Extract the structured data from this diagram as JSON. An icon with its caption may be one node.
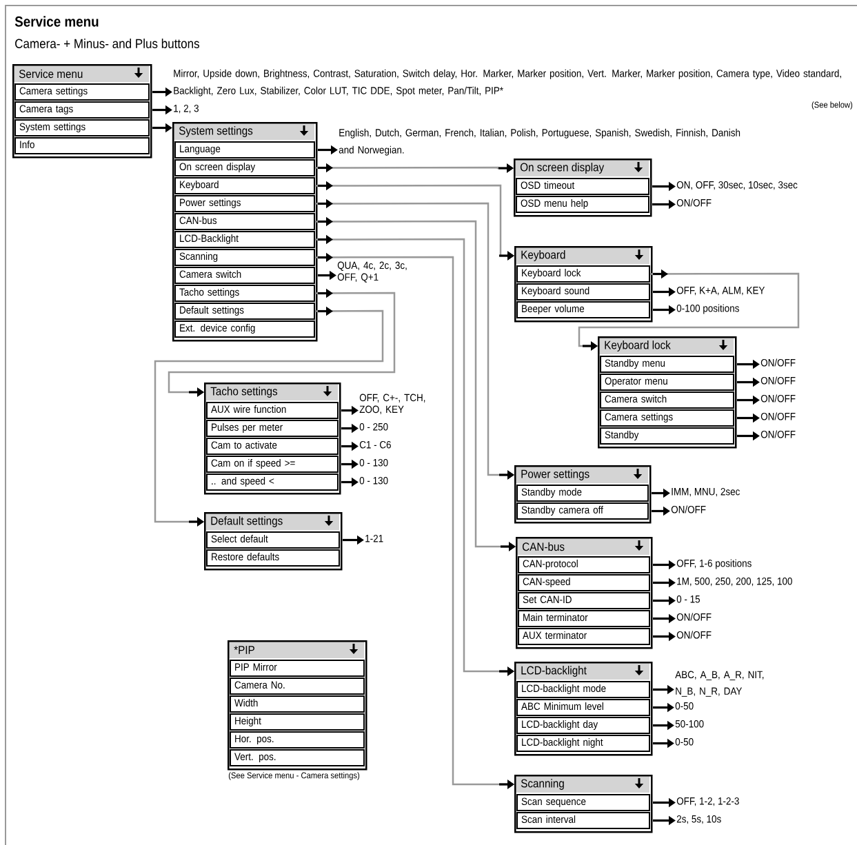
{
  "diagram": {
    "title": "Service menu",
    "labels": [
      "Camera- + Minus- and Plus buttons"
    ],
    "nodes": [
      {
        "text": [
          "Service menu"
        ]
      },
      {
        "text": [
          "Camera settings"
        ],
        "in": 0
      },
      {
        "text": [
          "Camera tags"
        ],
        "in": 0
      },
      {
        "text": [
          "System settings"
        ],
        "in": 0
      },
      {
        "text": [
          "Info"
        ],
        "in": 0
      },
      {
        "text": [
          "Mirror, Upside down, Brightness, Contrast, Saturation, Switch delay, Hor. Marker, Marker position, Vert. Marker, Marker position, Camera type, Video standard, Backlight, Zero Lux, Stabilizer, Color LUT, TIC DDE, Spot meter, Pan/Tilt, PIP*"
        ],
        "beside": [
          "(See below)"
        ]
      },
      {
        "text": [
          "1, 2, 3"
        ]
      },
      {
        "text": [
          "System settings"
        ]
      },
      {
        "text": [
          "Language"
        ],
        "in": 7
      },
      {
        "text": [
          "On screen display"
        ],
        "in": 7
      },
      {
        "text": [
          "Keyboard"
        ],
        "in": 7
      },
      {
        "text": [
          "Power settings"
        ],
        "in": 7
      },
      {
        "text": [
          "CAN-bus"
        ],
        "in": 7
      },
      {
        "text": [
          "LCD-Backlight"
        ],
        "in": 7
      },
      {
        "text": [
          "Scanning"
        ],
        "in": 7
      },
      {
        "text": [
          "Camera switch"
        ],
        "in": 7
      },
      {
        "text": [
          "Tacho settings"
        ],
        "in": 7
      },
      {
        "text": [
          "Default settings"
        ],
        "in": 7
      },
      {
        "text": [
          "Ext. device config"
        ],
        "in": 7
      },
      {
        "text": [
          "English, Dutch, German, French, Italian, Polish, Portuguese, Spanish, Swedish, Finnish, Danish and Norwegian."
        ]
      },
      {
        "text": [
          "QUA, 4c, 2c, 3c, OFF, Q+1"
        ]
      },
      {
        "text": [
          "On screen display"
        ]
      },
      {
        "text": [
          "OSD timeout"
        ],
        "in": 21
      },
      {
        "text": [
          "OSD menu help"
        ],
        "in": 21
      },
      {
        "text": [
          "ON, OFF, 30sec, 10sec, 3sec"
        ]
      },
      {
        "text": [
          "ON/OFF"
        ]
      },
      {
        "text": [
          "Keyboard"
        ]
      },
      {
        "text": [
          "Keyboard lock"
        ],
        "in": 26
      },
      {
        "text": [
          "Keyboard sound"
        ],
        "in": 26
      },
      {
        "text": [
          "Beeper volume"
        ],
        "in": 26
      },
      {
        "text": [
          "OFF, K+A, ALM, KEY"
        ]
      },
      {
        "text": [
          "0-100 positions"
        ]
      },
      {
        "text": [
          "Keyboard lock"
        ]
      },
      {
        "text": [
          "Standby menu"
        ],
        "in": 32
      },
      {
        "text": [
          "Operator menu"
        ],
        "in": 32
      },
      {
        "text": [
          "Camera switch"
        ],
        "in": 32
      },
      {
        "text": [
          "Camera settings"
        ],
        "in": 32
      },
      {
        "text": [
          "Standby"
        ],
        "in": 32
      },
      {
        "text": [
          "ON/OFF"
        ]
      },
      {
        "text": [
          "ON/OFF"
        ]
      },
      {
        "text": [
          "ON/OFF"
        ]
      },
      {
        "text": [
          "ON/OFF"
        ]
      },
      {
        "text": [
          "ON/OFF"
        ]
      },
      {
        "text": [
          "Tacho settings"
        ]
      },
      {
        "text": [
          "AUX wire function"
        ],
        "in": 43
      },
      {
        "text": [
          "Pulses per meter"
        ],
        "in": 43
      },
      {
        "text": [
          "Cam to activate"
        ],
        "in": 43
      },
      {
        "text": [
          "Cam on if speed >="
        ],
        "in": 43
      },
      {
        "text": [
          ".. and speed <"
        ],
        "in": 43
      },
      {
        "text": [
          "OFF, C+-, TCH, ZOO, KEY"
        ]
      },
      {
        "text": [
          "0 - 250"
        ]
      },
      {
        "text": [
          "C1 - C6"
        ]
      },
      {
        "text": [
          "0 - 130"
        ]
      },
      {
        "text": [
          "0 - 130"
        ]
      },
      {
        "text": [
          "Power settings"
        ]
      },
      {
        "text": [
          "Standby mode"
        ],
        "in": 54
      },
      {
        "text": [
          "Standby camera off"
        ],
        "in": 54
      },
      {
        "text": [
          "IMM, MNU, 2sec"
        ]
      },
      {
        "text": [
          "ON/OFF"
        ]
      },
      {
        "text": [
          "Default settings"
        ]
      },
      {
        "text": [
          "Select default"
        ],
        "in": 59
      },
      {
        "text": [
          "Restore defaults"
        ],
        "in": 59
      },
      {
        "text": [
          "1-21"
        ]
      },
      {
        "text": [
          "CAN-bus"
        ]
      },
      {
        "text": [
          "CAN-protocol"
        ],
        "in": 63
      },
      {
        "text": [
          "CAN-speed"
        ],
        "in": 63
      },
      {
        "text": [
          "Set CAN-ID"
        ],
        "in": 63
      },
      {
        "text": [
          "Main terminator"
        ],
        "in": 63
      },
      {
        "text": [
          "AUX terminator"
        ],
        "in": 63
      },
      {
        "text": [
          "OFF, 1-6 positions"
        ]
      },
      {
        "text": [
          "1M, 500, 250, 200, 125, 100"
        ]
      },
      {
        "text": [
          "0 - 15"
        ]
      },
      {
        "text": [
          "ON/OFF"
        ]
      },
      {
        "text": [
          "ON/OFF"
        ]
      },
      {
        "text": [
          "*PIP"
        ],
        "beside": [
          "(See Service menu - Camera settings)"
        ]
      },
      {
        "text": [
          "PIP Mirror"
        ],
        "in": 74
      },
      {
        "text": [
          "Camera No."
        ],
        "in": 74
      },
      {
        "text": [
          "Width"
        ],
        "in": 74
      },
      {
        "text": [
          "Height"
        ],
        "in": 74
      },
      {
        "text": [
          "Hor. pos."
        ],
        "in": 74
      },
      {
        "text": [
          "Vert. pos."
        ],
        "in": 74
      },
      {
        "text": [
          "LCD-backlight"
        ]
      },
      {
        "text": [
          "LCD-backlight mode"
        ],
        "in": 81
      },
      {
        "text": [
          "ABC Minimum level"
        ],
        "in": 81
      },
      {
        "text": [
          "LCD-backlight day"
        ],
        "in": 81
      },
      {
        "text": [
          "LCD-backlight night"
        ],
        "in": 81
      },
      {
        "text": [
          "ABC, A_B, A_R, NIT, N_B, N_R, DAY"
        ]
      },
      {
        "text": [
          "0-50"
        ]
      },
      {
        "text": [
          "50-100"
        ]
      },
      {
        "text": [
          "0-50"
        ]
      },
      {
        "text": [
          "Scanning"
        ]
      },
      {
        "text": [
          "Scan sequence"
        ],
        "in": 90
      },
      {
        "text": [
          "Scan interval"
        ],
        "in": 90
      },
      {
        "text": [
          "OFF, 1-2, 1-2-3"
        ]
      },
      {
        "text": [
          "2s, 5s, 10s"
        ]
      }
    ],
    "edges": [
      {
        "from": 1,
        "to": 5,
        "arrow": "to"
      },
      {
        "from": 2,
        "to": 6,
        "arrow": "to"
      },
      {
        "from": 3,
        "to": 7,
        "arrow": "to"
      },
      {
        "from": 8,
        "to": 19,
        "arrow": "to"
      },
      {
        "from": 9,
        "to": 21,
        "arrow": "to",
        "color": "#999999"
      },
      {
        "from": 10,
        "to": 26,
        "arrow": "to",
        "color": "#999999"
      },
      {
        "from": 11,
        "to": 54,
        "arrow": "to",
        "color": "#999999"
      },
      {
        "from": 12,
        "to": 63,
        "arrow": "to",
        "color": "#999999"
      },
      {
        "from": 13,
        "to": 81,
        "arrow": "to",
        "color": "#999999"
      },
      {
        "from": 14,
        "to": 90,
        "arrow": "to",
        "color": "#999999"
      },
      {
        "from": 15,
        "to": 20,
        "arrow": "to"
      },
      {
        "from": 16,
        "to": 43,
        "arrow": "to",
        "color": "#999999"
      },
      {
        "from": 17,
        "to": 59,
        "arrow": "to",
        "color": "#999999"
      },
      {
        "from": 22,
        "to": 24,
        "arrow": "to"
      },
      {
        "from": 23,
        "to": 25,
        "arrow": "to"
      },
      {
        "from": 27,
        "to": 32,
        "arrow": "to",
        "color": "#999999"
      },
      {
        "from": 28,
        "to": 30,
        "arrow": "to"
      },
      {
        "from": 29,
        "to": 31,
        "arrow": "to"
      },
      {
        "from": 33,
        "to": 38,
        "arrow": "to"
      },
      {
        "from": 34,
        "to": 39,
        "arrow": "to"
      },
      {
        "from": 35,
        "to": 40,
        "arrow": "to"
      },
      {
        "from": 36,
        "to": 41,
        "arrow": "to"
      },
      {
        "from": 37,
        "to": 42,
        "arrow": "to"
      },
      {
        "from": 44,
        "to": 49,
        "arrow": "to"
      },
      {
        "from": 45,
        "to": 50,
        "arrow": "to"
      },
      {
        "from": 46,
        "to": 51,
        "arrow": "to"
      },
      {
        "from": 47,
        "to": 52,
        "arrow": "to"
      },
      {
        "from": 48,
        "to": 53,
        "arrow": "to"
      },
      {
        "from": 55,
        "to": 57,
        "arrow": "to"
      },
      {
        "from": 56,
        "to": 58,
        "arrow": "to"
      },
      {
        "from": 60,
        "to": 62,
        "arrow": "to"
      },
      {
        "from": 64,
        "to": 69,
        "arrow": "to"
      },
      {
        "from": 65,
        "to": 70,
        "arrow": "to"
      },
      {
        "from": 66,
        "to": 71,
        "arrow": "to"
      },
      {
        "from": 67,
        "to": 72,
        "arrow": "to"
      },
      {
        "from": 68,
        "to": 73,
        "arrow": "to"
      },
      {
        "from": 82,
        "to": 86,
        "arrow": "to"
      },
      {
        "from": 83,
        "to": 87,
        "arrow": "to"
      },
      {
        "from": 84,
        "to": 88,
        "arrow": "to"
      },
      {
        "from": 85,
        "to": 89,
        "arrow": "to"
      },
      {
        "from": 91,
        "to": 93,
        "arrow": "to"
      },
      {
        "from": 92,
        "to": 94,
        "arrow": "to"
      }
    ]
  }
}
